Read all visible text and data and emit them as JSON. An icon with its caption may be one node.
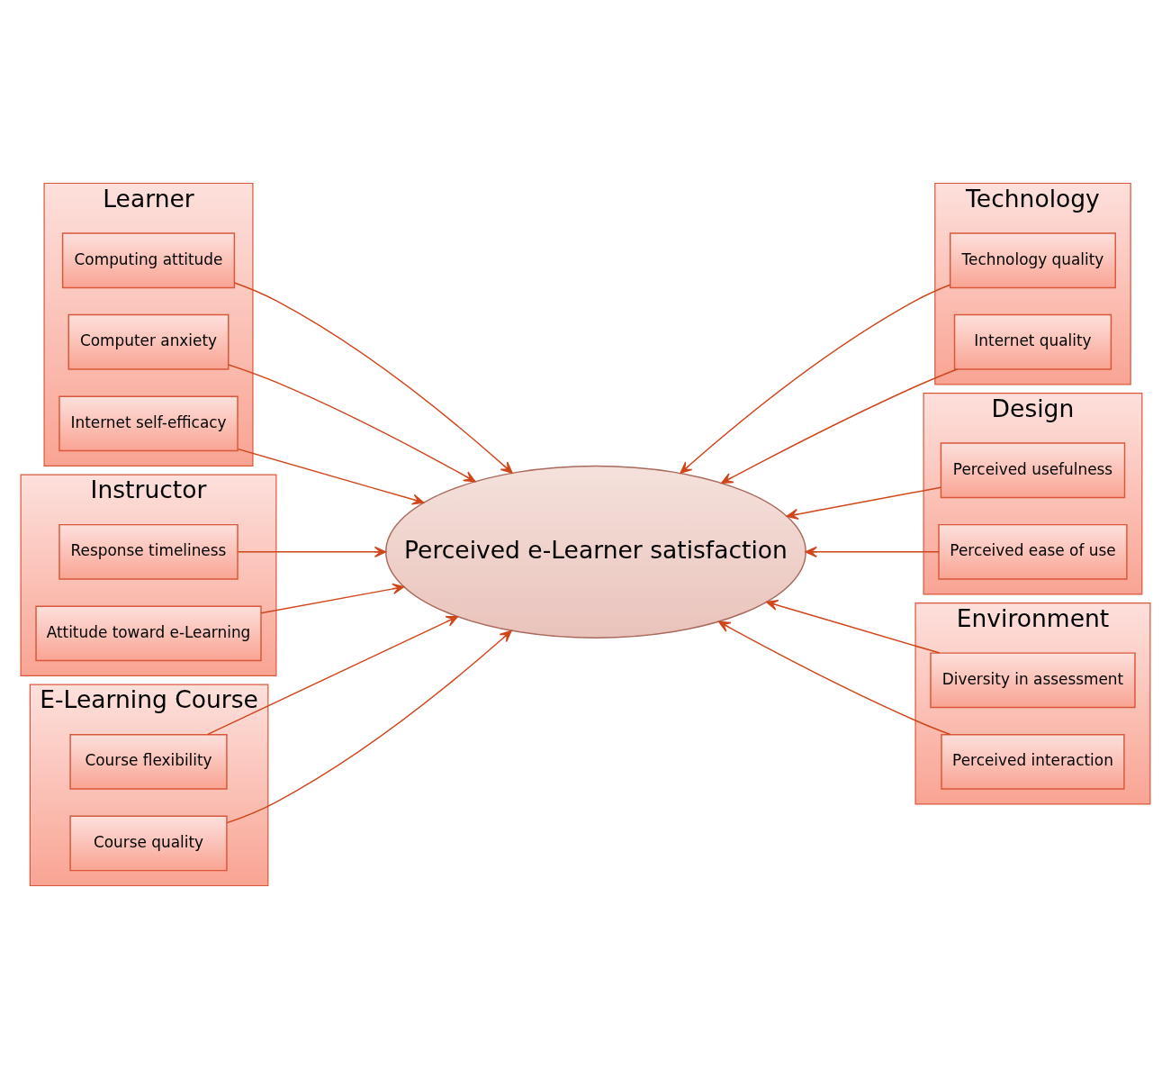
{
  "diagram": {
    "nodes": [
      {
        "text": [
          "Learner"
        ]
      },
      {
        "text": [
          "Computing attitude"
        ],
        "in": 0
      },
      {
        "text": [
          "Computer anxiety"
        ],
        "in": 0
      },
      {
        "text": [
          "Internet self-efficacy"
        ],
        "in": 0
      },
      {
        "text": [
          "Technology"
        ]
      },
      {
        "text": [
          "Technology quality"
        ],
        "in": 4
      },
      {
        "text": [
          "Internet quality"
        ],
        "in": 4
      },
      {
        "text": [
          "Instructor"
        ]
      },
      {
        "text": [
          "Response timeliness"
        ],
        "in": 7
      },
      {
        "text": [
          "Attitude toward e-Learning"
        ],
        "in": 7
      },
      {
        "text": [
          "Perceived e-Learner satisfaction"
        ]
      },
      {
        "text": [
          "Design"
        ]
      },
      {
        "text": [
          "Perceived usefulness"
        ],
        "in": 11
      },
      {
        "text": [
          "Perceived ease of use"
        ],
        "in": 11
      },
      {
        "text": [
          "E-Learning Course"
        ]
      },
      {
        "text": [
          "Course flexibility"
        ],
        "in": 14
      },
      {
        "text": [
          "Course quality"
        ],
        "in": 14
      },
      {
        "text": [
          "Environment"
        ]
      },
      {
        "text": [
          "Diversity in assessment"
        ],
        "in": 17
      },
      {
        "text": [
          "Perceived interaction"
        ],
        "in": 17
      }
    ],
    "edges": [
      {
        "from": 1,
        "to": 10,
        "arrow": "to"
      },
      {
        "from": 2,
        "to": 10,
        "arrow": "to"
      },
      {
        "from": 3,
        "to": 10,
        "arrow": "to"
      },
      {
        "from": 5,
        "to": 10,
        "arrow": "to"
      },
      {
        "from": 6,
        "to": 10,
        "arrow": "to"
      },
      {
        "from": 8,
        "to": 10,
        "arrow": "to"
      },
      {
        "from": 9,
        "to": 10,
        "arrow": "to"
      },
      {
        "from": 12,
        "to": 10,
        "arrow": "to"
      },
      {
        "from": 13,
        "to": 10,
        "arrow": "to"
      },
      {
        "from": 15,
        "to": 10,
        "arrow": "to"
      },
      {
        "from": 16,
        "to": 10,
        "arrow": "to"
      },
      {
        "from": 18,
        "to": 10,
        "arrow": "to"
      },
      {
        "from": 19,
        "to": 10,
        "arrow": "to"
      }
    ]
  }
}
